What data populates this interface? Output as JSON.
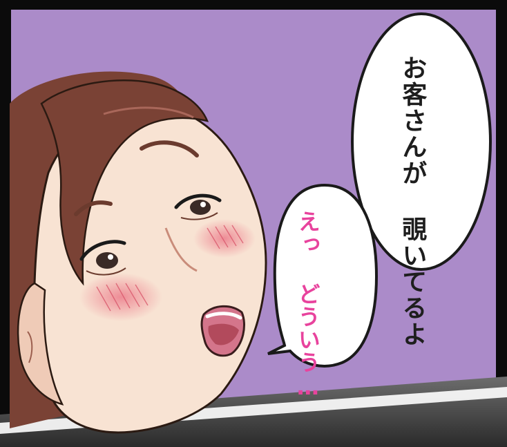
{
  "panel": {
    "speech_top": {
      "lines": [
        "お客さんが",
        "覗いてるよ"
      ]
    },
    "speech_bottom": {
      "lines": [
        "えっ",
        "どういう…"
      ]
    }
  },
  "colors": {
    "background": "#ab8bc9",
    "border": "#0b0b0b",
    "skin": "#f8e3d3",
    "skin_shadow": "#e9b9a4",
    "hair": "#7a4235",
    "blush": "#ec8b96",
    "lips": "#d4758b",
    "speech_text_top": "#1e1e1e",
    "speech_text_bottom": "#e8439d"
  }
}
